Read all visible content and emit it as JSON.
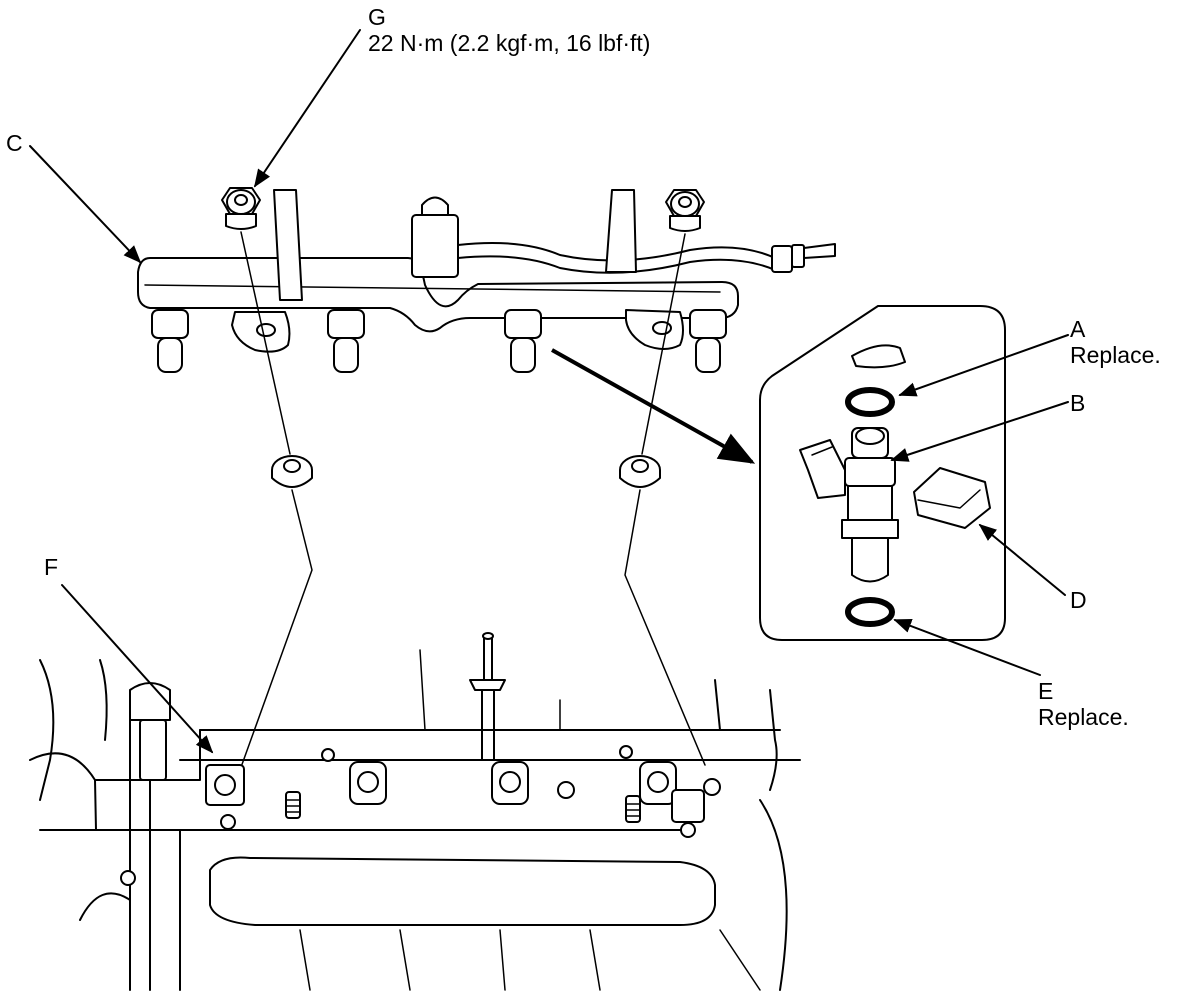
{
  "diagram": {
    "callouts": {
      "a": {
        "letter": "A",
        "note": "Replace."
      },
      "b": {
        "letter": "B"
      },
      "c": {
        "letter": "C"
      },
      "d": {
        "letter": "D"
      },
      "e": {
        "letter": "E",
        "note": "Replace."
      },
      "f": {
        "letter": "F"
      },
      "g": {
        "letter": "G",
        "torque": "22 N·m (2.2 kgf·m, 16 lbf·ft)"
      }
    }
  }
}
